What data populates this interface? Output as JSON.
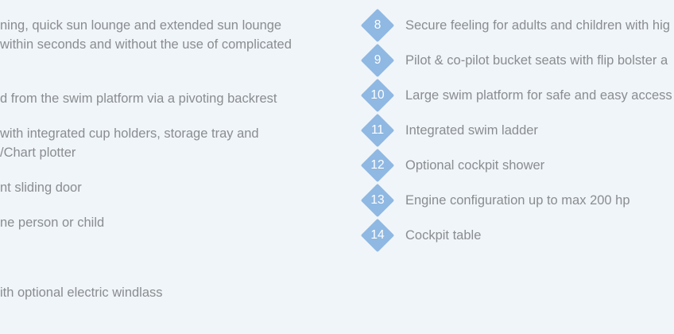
{
  "left_lines": [
    "ning, quick sun lounge and extended sun lounge",
    "within seconds and without the use of complicated",
    "d from the swim platform via a pivoting backrest",
    "with integrated cup holders, storage tray and",
    "/Chart plotter",
    "nt sliding door",
    "ne person or child",
    "ith optional electric windlass"
  ],
  "features": [
    {
      "number": "8",
      "text": "Secure feeling for adults and children with hig"
    },
    {
      "number": "9",
      "text": "Pilot & co-pilot bucket seats with flip bolster a"
    },
    {
      "number": "10",
      "text": "Large swim platform for safe and easy access"
    },
    {
      "number": "11",
      "text": "Integrated swim ladder"
    },
    {
      "number": "12",
      "text": "Optional cockpit shower"
    },
    {
      "number": "13",
      "text": "Engine configuration up to max 200 hp"
    },
    {
      "number": "14",
      "text": "Cockpit table"
    }
  ],
  "colors": {
    "background": "#f0f5f9",
    "badge": "#8fb8e2",
    "text": "#8a8d90"
  }
}
